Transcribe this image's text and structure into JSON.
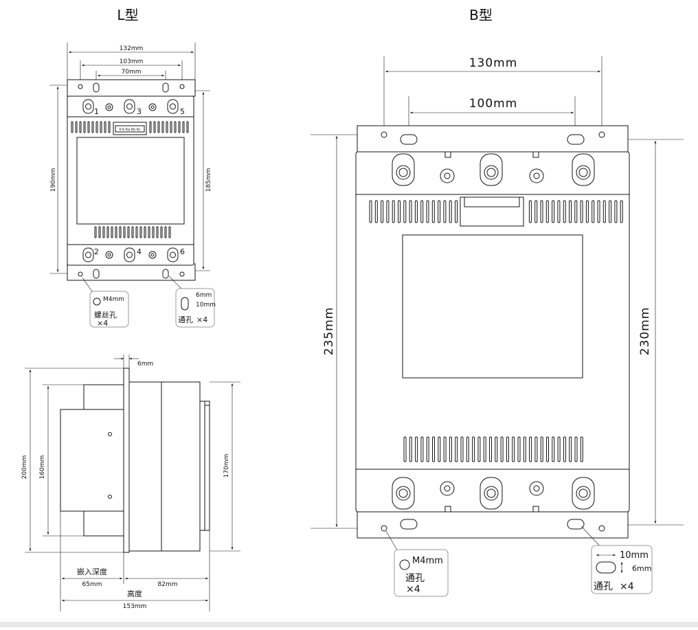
{
  "titles": {
    "l_type": "L型",
    "b_type": "B型"
  },
  "l_top": {
    "w132": "132mm",
    "w103": "103mm",
    "w70": "70mm",
    "h190": "190mm",
    "h185": "185mm",
    "terminals_top": [
      "1",
      "3",
      "5"
    ],
    "terminals_bottom": [
      "2",
      "4",
      "6"
    ],
    "label_plate": "V-V Ka Kb Kc",
    "screw_callout": {
      "size": "M4mm",
      "name": "螺丝孔",
      "count": "×4"
    },
    "slot_callout": {
      "w": "6mm",
      "h": "10mm",
      "name": "通孔",
      "count": "×4"
    }
  },
  "l_side": {
    "d6": "6mm",
    "h200": "200mm",
    "h160": "160mm",
    "h170": "170mm",
    "embed_label": "嵌入深度",
    "embed_depth": "65mm",
    "right_depth": "82mm",
    "height_label": "高度",
    "total": "153mm"
  },
  "b_front": {
    "w130": "130mm",
    "w100": "100mm",
    "h235": "235mm",
    "h230": "230mm",
    "screw_callout": {
      "size": "M4mm",
      "name": "通孔",
      "count": "×4"
    },
    "slot_callout": {
      "w": "10mm",
      "h": "6mm",
      "name": "通孔",
      "count": "×4"
    }
  }
}
